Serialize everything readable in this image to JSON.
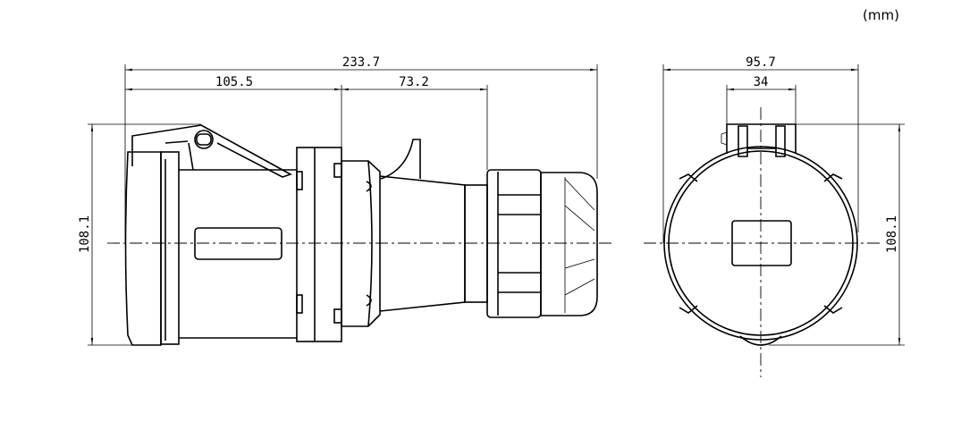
{
  "unit_label": "(mm)",
  "side_view": {
    "overall_length": "233.7",
    "socket_length": "105.5",
    "plug_length": "73.2",
    "height": "108.1"
  },
  "front_view": {
    "width": "95.7",
    "tab_width": "34",
    "height": "108.1"
  }
}
